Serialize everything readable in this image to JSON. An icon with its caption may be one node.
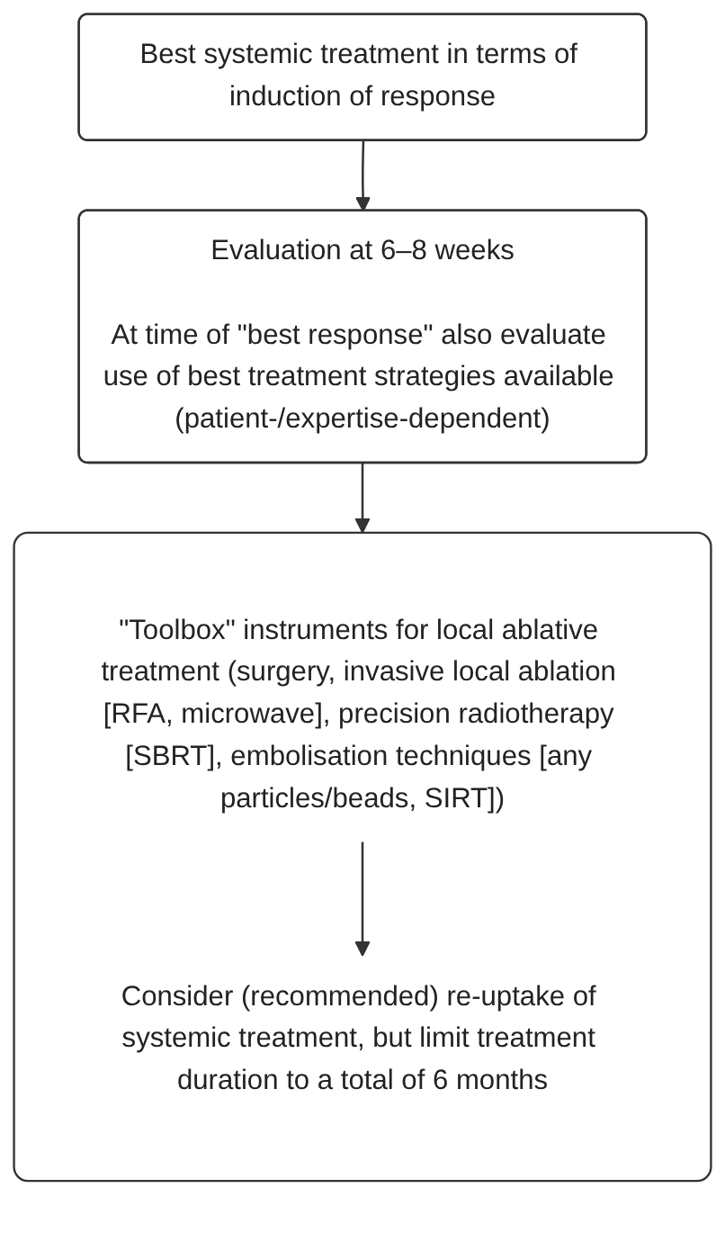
{
  "diagram": {
    "nodes": [
      {
        "text": [
          "Best systemic treatment in terms of induction of response"
        ]
      },
      {
        "text": [
          "Evaluation at 6–8 weeks",
          "At time of \"best response\" also evaluate use of best treatment strategies available (patient-/expertise-dependent)"
        ]
      },
      {
        "text": [],
        "shape": "box"
      },
      {
        "text": [
          "\"Toolbox\" instruments for local ablative treatment (surgery, invasive local ablation [RFA, microwave], precision radiotherapy [SBRT], embolisation techniques [any particles/beads, SIRT])"
        ],
        "in": 2
      },
      {
        "text": [
          "Consider (recommended) re-uptake of systemic treatment, but limit treatment duration to a total of 6 months"
        ],
        "in": 2
      }
    ],
    "edges": [
      {
        "from": 0,
        "to": 1,
        "arrow": "to"
      },
      {
        "from": 1,
        "to": 2,
        "arrow": "to"
      },
      {
        "from": 3,
        "to": 4,
        "arrow": "to"
      }
    ]
  }
}
